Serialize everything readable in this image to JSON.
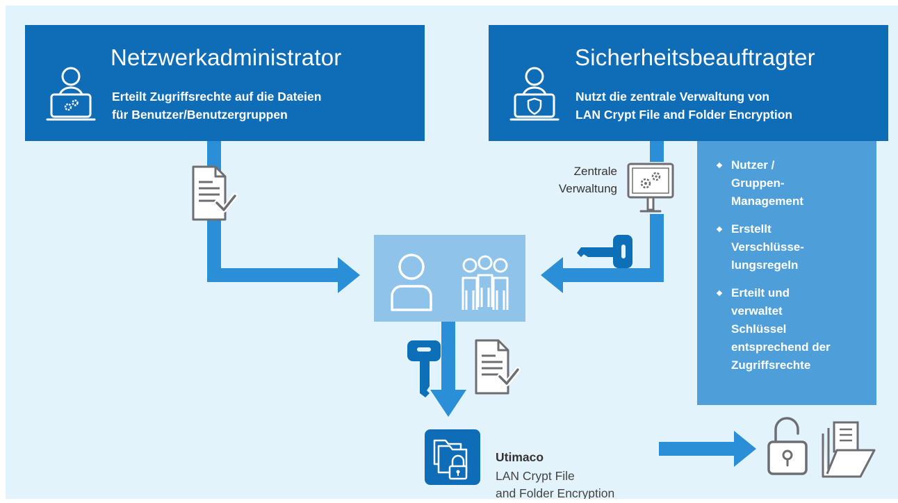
{
  "admin": {
    "title": "Netzwerkadministrator",
    "subtitle_line1": "Erteilt Zugriffsrechte auf die Dateien",
    "subtitle_line2": "für Benutzer/Benutzergruppen",
    "icon": "admin-gears-user-icon"
  },
  "security": {
    "title": "Sicherheitsbeauftragter",
    "subtitle_line1": "Nutzt die zentrale Verwaltung von",
    "subtitle_line2": "LAN Crypt File and Folder Encryption",
    "icon": "security-officer-shield-icon"
  },
  "side_panel": {
    "items": [
      {
        "lines": [
          "Nutzer /",
          "Gruppen-",
          "Management"
        ]
      },
      {
        "lines": [
          "Erstellt",
          "Verschlüsse-",
          "lungsregeln"
        ]
      },
      {
        "lines": [
          "Erteilt und",
          "verwaltet",
          "Schlüssel",
          "entsprechend der",
          "Zugriffsrechte"
        ]
      }
    ]
  },
  "central": {
    "label_line1": "Zentrale",
    "label_line2": "Verwaltung",
    "icon": "monitor-gears-icon"
  },
  "product": {
    "name": "Utimaco",
    "desc_line1": "LAN Crypt File",
    "desc_line2": "and Folder Encryption",
    "icon": "encrypted-folder-icon"
  },
  "colors": {
    "background": "#e3f3fb",
    "dark_blue": "#0f6cb7",
    "mid_blue": "#4e9fd9",
    "light_blue": "#8fc3e9",
    "arrow_blue": "#2a8fd6",
    "icon_gray": "#6d6e71"
  },
  "icons": [
    "document-check-icon",
    "key-icon",
    "user-icon",
    "group-icon",
    "open-lock-icon",
    "folder-documents-icon"
  ]
}
